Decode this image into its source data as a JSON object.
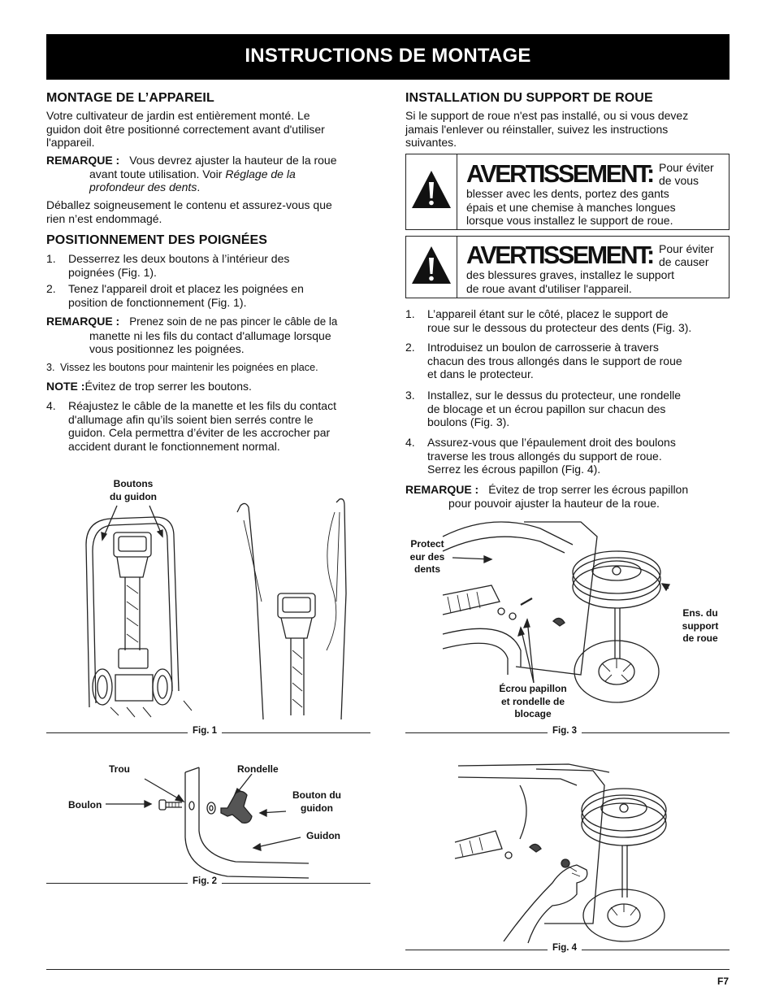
{
  "banner": {
    "title": "INSTRUCTIONS DE MONTAGE"
  },
  "left": {
    "montage": {
      "heading": "MONTAGE DE L’APPAREIL",
      "para1": [
        "Votre cultivateur de jardin est entièrement monté. Le",
        "guidon doit être positionné correctement avant d'utiliser",
        "l'appareil."
      ],
      "note1": {
        "label": "REMARQUE :",
        "line1": "Vous devrez ajuster la hauteur de la roue",
        "line2_a": "avant toute utilisation. Voir ",
        "line2_b": "Réglage de la",
        "line3": "profondeur des dents",
        "line3_end": "."
      },
      "para2": [
        "Déballez soigneusement le contenu et assurez-vous que",
        "rien n’est endommagé."
      ]
    },
    "poignees": {
      "heading": "POSITIONNEMENT DES POIGNÉES",
      "step1": {
        "n": "1.",
        "lines": [
          "Desserrez les deux boutons à l’intérieur des",
          "poignées (Fig. 1)."
        ]
      },
      "step2": {
        "n": "2.",
        "lines": [
          "Tenez l'appareil droit et placez les poignées en",
          "position de fonctionnement (Fig. 1)."
        ]
      },
      "note2": {
        "label": "REMARQUE :",
        "lines": [
          "Prenez soin de ne pas pincer le câble de la",
          "manette ni les fils du contact d'allumage lorsque",
          "vous positionnez les poignées."
        ]
      },
      "step3": {
        "n": "3.",
        "text": "Vissez les boutons pour maintenir les poignées en place."
      },
      "note3": {
        "label": "NOTE :",
        "text": "Évitez de trop serrer les boutons."
      },
      "step4": {
        "n": "4.",
        "lines": [
          "Réajustez le câble de la manette et les fils du contact",
          "d'allumage afin qu’ils soient bien serrés contre le",
          "guidon. Cela permettra d’éviter de les accrocher par",
          "accident durant le fonctionnement normal."
        ]
      }
    },
    "fig1": {
      "callout": [
        "Boutons",
        "du guidon"
      ],
      "caption": "Fig. 1"
    },
    "fig2": {
      "trou": "Trou",
      "rondelle": "Rondelle",
      "boulon": "Boulon",
      "bouton": [
        "Bouton du",
        "guidon"
      ],
      "guidon": "Guidon",
      "caption": "Fig. 2"
    }
  },
  "right": {
    "support": {
      "heading": "INSTALLATION DU SUPPORT DE ROUE",
      "para": [
        "Si le support de roue n'est pas installé, ou si vous devez",
        "jamais l'enlever ou réinstaller, suivez les instructions",
        "suivantes."
      ]
    },
    "warn1": {
      "title": "AVERTISSEMENT:",
      "small": [
        "Pour éviter",
        "de vous"
      ],
      "lines": [
        "blesser avec les dents, portez des gants",
        "épais et une chemise à manches longues",
        "lorsque vous installez le support de roue."
      ]
    },
    "warn2": {
      "title": "AVERTISSEMENT:",
      "small": [
        "Pour éviter",
        "de causer"
      ],
      "lines": [
        "des blessures graves, installez le support",
        "de roue avant d'utiliser l'appareil."
      ]
    },
    "step1": {
      "n": "1.",
      "lines": [
        "L’appareil étant sur le côté, placez le support de",
        "roue sur le dessous du protecteur des dents (Fig. 3)."
      ]
    },
    "step2": {
      "n": "2.",
      "lines": [
        "Introduisez un boulon de carrosserie à travers",
        "chacun des trous allongés dans le support de roue",
        "et dans le protecteur."
      ]
    },
    "step3": {
      "n": "3.",
      "lines": [
        "Installez, sur le dessus du protecteur, une rondelle",
        "de blocage et un écrou papillon sur chacun des",
        "boulons (Fig. 3)."
      ]
    },
    "step4": {
      "n": "4.",
      "lines": [
        "Assurez-vous que l’épaulement droit des boulons",
        "traverse les trous allongés du support de roue.",
        "Serrez les écrous papillon (Fig. 4)."
      ]
    },
    "note": {
      "label": "REMARQUE :",
      "line1": "Évitez de trop serrer les écrous papillon",
      "line2": "pour pouvoir ajuster la hauteur de la roue."
    },
    "fig3": {
      "protect": [
        "Protect",
        "eur des",
        "dents"
      ],
      "ens": [
        "Ens. du",
        "support",
        "de roue"
      ],
      "ecrou": [
        "Écrou papillon",
        "et rondelle de",
        "blocage"
      ],
      "caption": "Fig. 3"
    },
    "fig4": {
      "caption": "Fig. 4"
    }
  },
  "footer": {
    "page": "F7"
  }
}
